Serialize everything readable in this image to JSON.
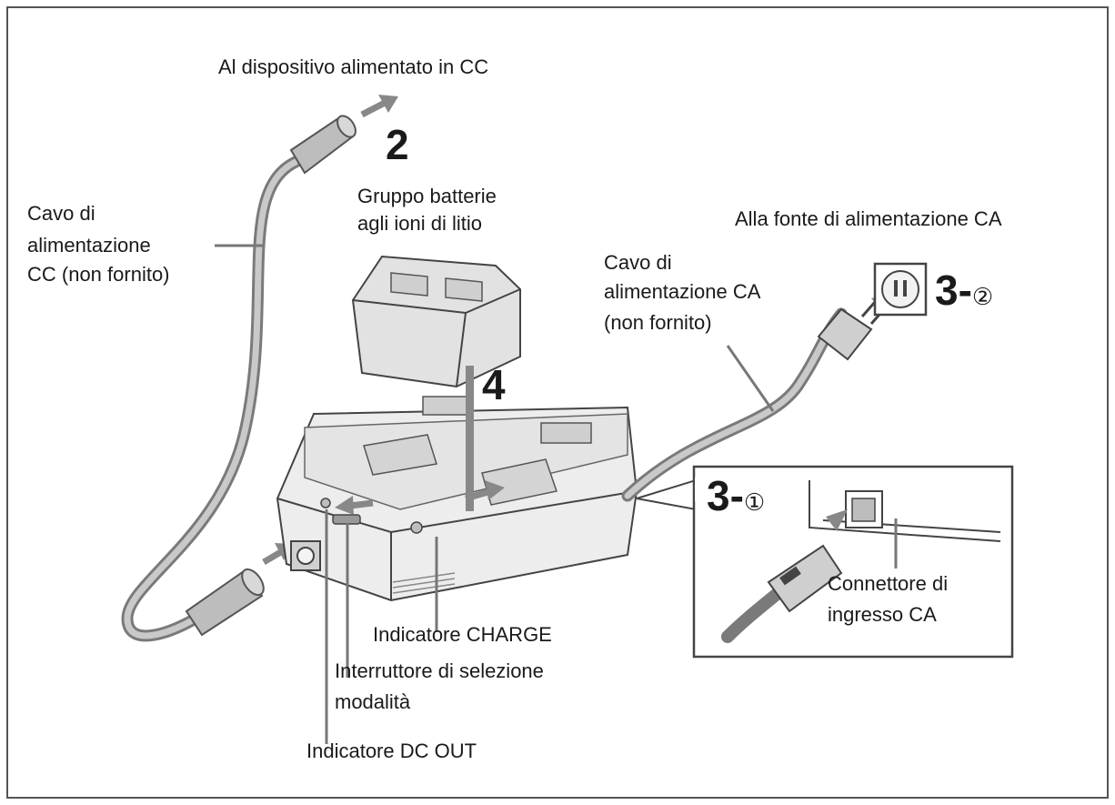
{
  "labels": {
    "dc_device": "Al dispositivo alimentato in CC",
    "dc_cable": [
      "Cavo di",
      "alimentazione",
      "CC (non fornito)"
    ],
    "battery": [
      "Gruppo batterie",
      "agli ioni di litio"
    ],
    "ac_source": "Alla fonte di alimentazione CA",
    "ac_cable": [
      "Cavo di",
      "alimentazione CA",
      "(non fornito)"
    ],
    "ac_input": [
      "Connettore di",
      "ingresso CA"
    ],
    "charge_indicator": "Indicatore CHARGE",
    "mode_switch": [
      "Interruttore di selezione",
      "modalità"
    ],
    "dc_out_indicator": "Indicatore DC OUT"
  },
  "steps": {
    "step_2": "2",
    "step_4": "4",
    "step_3_2_num": "3-",
    "step_3_2_sub": "②",
    "step_3_1_num": "3-",
    "step_3_1_sub": "①"
  }
}
